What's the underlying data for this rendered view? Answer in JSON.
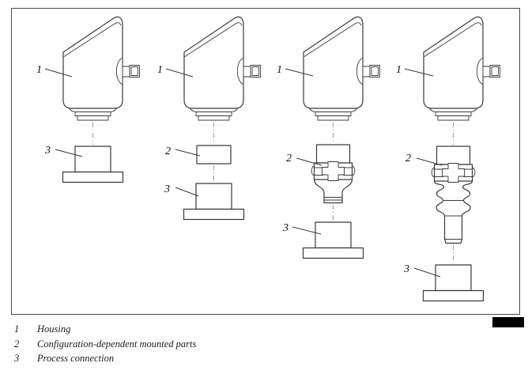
{
  "figure": {
    "callouts": {
      "n1": "1",
      "n2": "2",
      "n3": "3"
    }
  },
  "legend": {
    "items": [
      {
        "num": "1",
        "label": "Housing"
      },
      {
        "num": "2",
        "label": "Configuration-dependent mounted parts"
      },
      {
        "num": "3",
        "label": "Process connection"
      }
    ]
  },
  "colors": {
    "line": "#3a3a3a",
    "centerline": "#a0a0a0",
    "frame_border": "#4a4a4a",
    "id_block": "#000000",
    "background": "#ffffff",
    "text": "#1a1a1a"
  }
}
